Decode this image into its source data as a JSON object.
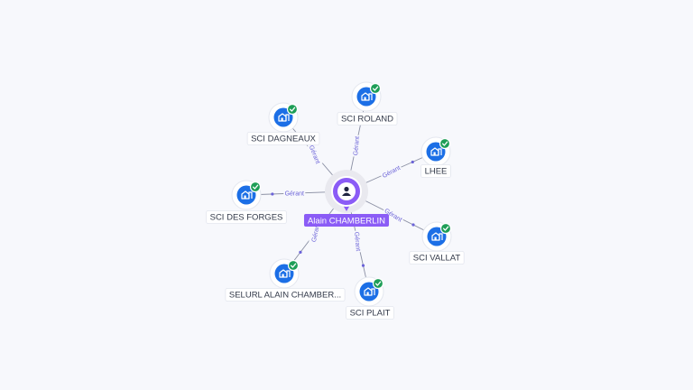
{
  "center": {
    "name": "Alain CHAMBERLIN",
    "icon": "person-icon",
    "color": "#8b5cf6"
  },
  "relation_label": "Gérant",
  "colors": {
    "company_icon": "#1c6fe6",
    "verified_badge": "#1e9e57",
    "edge_label": "#6b63d8"
  },
  "companies": [
    {
      "name": "SCI ROLAND",
      "icon": "building-icon",
      "verified": true
    },
    {
      "name": "LHEE",
      "icon": "building-icon",
      "verified": true
    },
    {
      "name": "SCI VALLAT",
      "icon": "building-icon",
      "verified": true
    },
    {
      "name": "SCI PLAIT",
      "icon": "building-icon",
      "verified": true
    },
    {
      "name": "SELURL ALAIN CHAMBER...",
      "icon": "building-icon",
      "verified": true
    },
    {
      "name": "SCI DES FORGES",
      "icon": "building-icon",
      "verified": true
    },
    {
      "name": "SCI DAGNEAUX",
      "icon": "building-icon",
      "verified": true
    }
  ]
}
